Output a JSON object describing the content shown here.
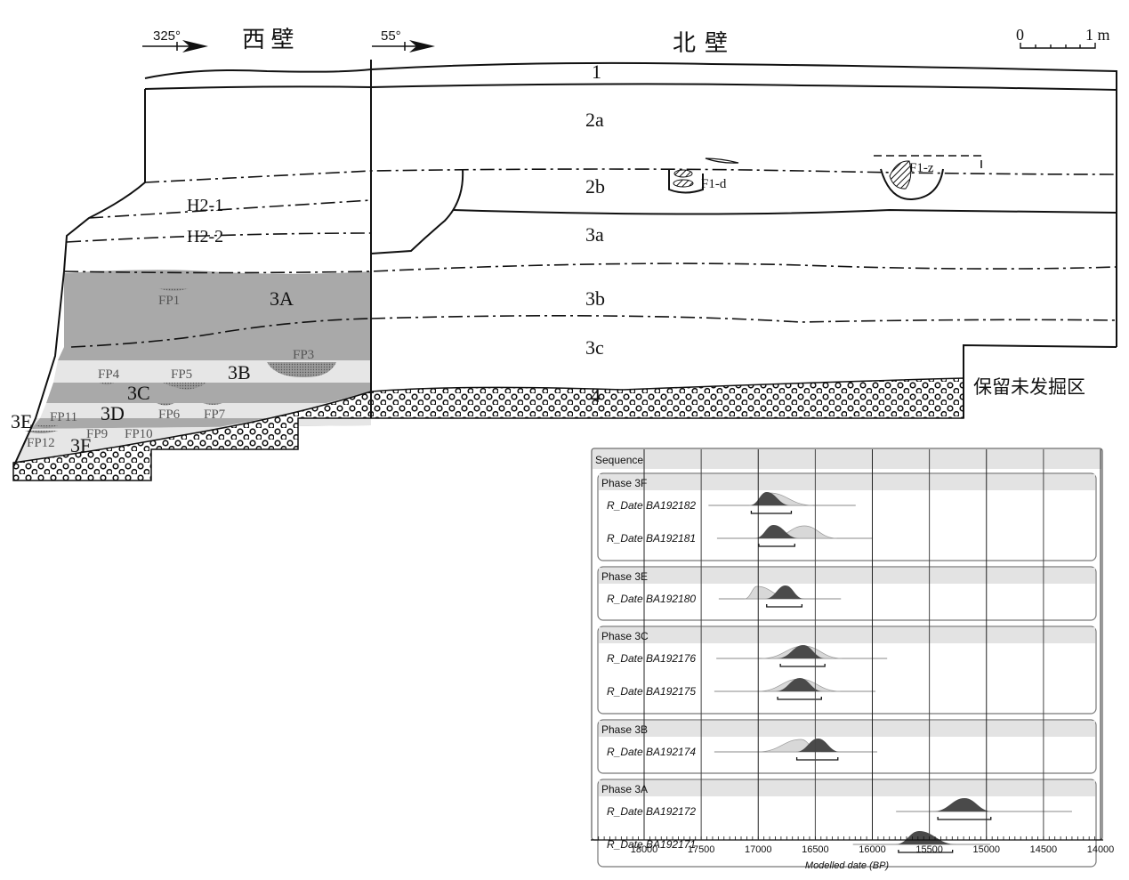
{
  "section": {
    "west_wall_azimuth": "325°",
    "west_wall_title": "西 壁",
    "north_wall_azimuth": "55°",
    "north_wall_title": "北壁",
    "scale_start": "0",
    "scale_end": "1 m",
    "layers_north": [
      "1",
      "2a",
      "2b",
      "3a",
      "3b",
      "3c",
      "4"
    ],
    "features_north": [
      "F1-d",
      "F1-z"
    ],
    "unexcavated_label": "保留未发掘区",
    "layers_west": [
      "H2-1",
      "H2-2",
      "3A",
      "3B",
      "3C",
      "3D",
      "3E",
      "3F"
    ],
    "fireplaces": [
      "FP1",
      "FP3",
      "FP4",
      "FP5",
      "FP6",
      "FP7",
      "FP9",
      "FP10",
      "FP11",
      "FP12"
    ],
    "colors": {
      "dark_layer": "#a9a9a9",
      "light_layer": "#e6e6e6"
    }
  },
  "chart_data": {
    "type": "oxcal-multiplot",
    "title": "Sequence",
    "xlabel": "Modelled date (BP)",
    "xlim": [
      18400,
      14000
    ],
    "xticks": [
      "18000",
      "17500",
      "17000",
      "16500",
      "16000",
      "15500",
      "15000",
      "14500",
      "14000"
    ],
    "grid": true,
    "colors": {
      "posterior": "#4a4a4a",
      "prior": "#d8d8d8",
      "header": "#e3e3e3"
    },
    "phases": [
      {
        "name": "Phase 3F",
        "dates": [
          {
            "label": "R_Date BA192182",
            "range": [
              17436,
              16146
            ],
            "prior": [
              17076,
              16900,
              16521
            ],
            "posterior": [
              17076,
              16926,
              16716
            ],
            "hpd95": [
              17061,
              16710
            ]
          },
          {
            "label": "R_Date BA192181",
            "range": [
              17361,
              15996
            ],
            "prior": [
              16900,
              16596,
              16311
            ],
            "posterior": [
              17031,
              16866,
              16641
            ],
            "hpd95": [
              16995,
              16680
            ]
          }
        ]
      },
      {
        "name": "Phase 3E",
        "dates": [
          {
            "label": "R_Date BA192180",
            "range": [
              17346,
              16275
            ],
            "prior": [
              17121,
              17010,
              16700
            ],
            "posterior": [
              16941,
              16761,
              16596
            ],
            "hpd95": [
              16926,
              16617
            ]
          }
        ]
      },
      {
        "name": "Phase 3C",
        "dates": [
          {
            "label": "R_Date BA192176",
            "range": [
              17367,
              15870
            ],
            "prior": [
              16971,
              16600,
              16266
            ],
            "posterior": [
              16836,
              16605,
              16410
            ],
            "hpd95": [
              16806,
              16416
            ]
          },
          {
            "label": "R_Date BA192175",
            "range": [
              17385,
              15972
            ],
            "prior": [
              17001,
              16640,
              16281
            ],
            "posterior": [
              16851,
              16635,
              16431
            ],
            "hpd95": [
              16830,
              16446
            ]
          }
        ]
      },
      {
        "name": "Phase 3B",
        "dates": [
          {
            "label": "R_Date BA192174",
            "range": [
              17385,
              15957
            ],
            "prior": [
              17001,
              16626,
              16450
            ],
            "posterior": [
              16671,
              16476,
              16281
            ],
            "hpd95": [
              16662,
              16302
            ]
          }
        ]
      },
      {
        "name": "Phase 3A",
        "dates": [
          {
            "label": "R_Date BA192172",
            "range": [
              15792,
              14250
            ],
            "prior": [
              15471,
              15192,
              14946
            ],
            "posterior": [
              15471,
              15192,
              14946
            ],
            "hpd95": [
              15426,
              14961
            ]
          },
          {
            "label": "R_Date BA192171",
            "range": [
              16170,
              14967
            ],
            "prior": [
              15801,
              15591,
              15261
            ],
            "posterior": [
              15801,
              15591,
              15261
            ],
            "hpd95": [
              15771,
              15297
            ]
          }
        ]
      }
    ]
  }
}
